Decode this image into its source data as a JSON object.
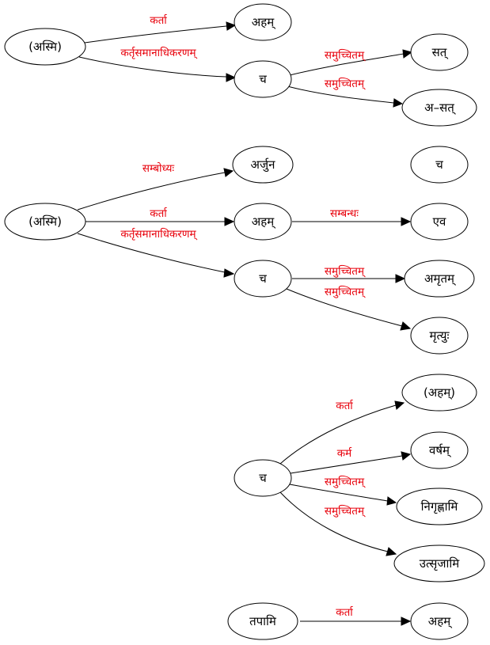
{
  "diagram": {
    "colors": {
      "node_border": "#000000",
      "edge": "#000000",
      "edge_label": "#e8000b",
      "background": "#ffffff"
    },
    "nodes": {
      "asmi_1": "(अस्मि)",
      "aham_1": "अहम्",
      "ca_1": "च",
      "sat": "सत्",
      "asat": "अ–सत्",
      "asmi_2": "(अस्मि)",
      "arjuna": "अर्जुन",
      "ca_iso": "च",
      "aham_2": "अहम्",
      "eva": "एव",
      "ca_2": "च",
      "amritam": "अमृतम्",
      "mrityuh": "मृत्युः",
      "aham_3": "(अहम्)",
      "ca_3": "च",
      "varsham": "वर्षम्",
      "nigrihnami": "निगृह्णामि",
      "utsrijami": "उत्सृजामि",
      "tapami": "तपामि",
      "aham_4": "अहम्"
    },
    "edges": {
      "asmi1_aham1": "कर्ता",
      "asmi1_ca1": "कर्तृसमानाधिकरणम्",
      "ca1_sat": "समुच्चितम्",
      "ca1_asat": "समुच्चितम्",
      "asmi2_arjuna": "सम्बोध्यः",
      "asmi2_aham2": "कर्ता",
      "asmi2_ca2": "कर्तृसमानाधिकरणम्",
      "aham2_eva": "सम्बन्धः",
      "ca2_amritam": "समुच्चितम्",
      "ca2_mrityuh": "समुच्चितम्",
      "ca3_aham3": "कर्ता",
      "ca3_varsham": "कर्म",
      "ca3_nigrihnami": "समुच्चितम्",
      "ca3_utsrijami": "समुच्चितम्",
      "tapami_aham4": "कर्ता"
    }
  }
}
